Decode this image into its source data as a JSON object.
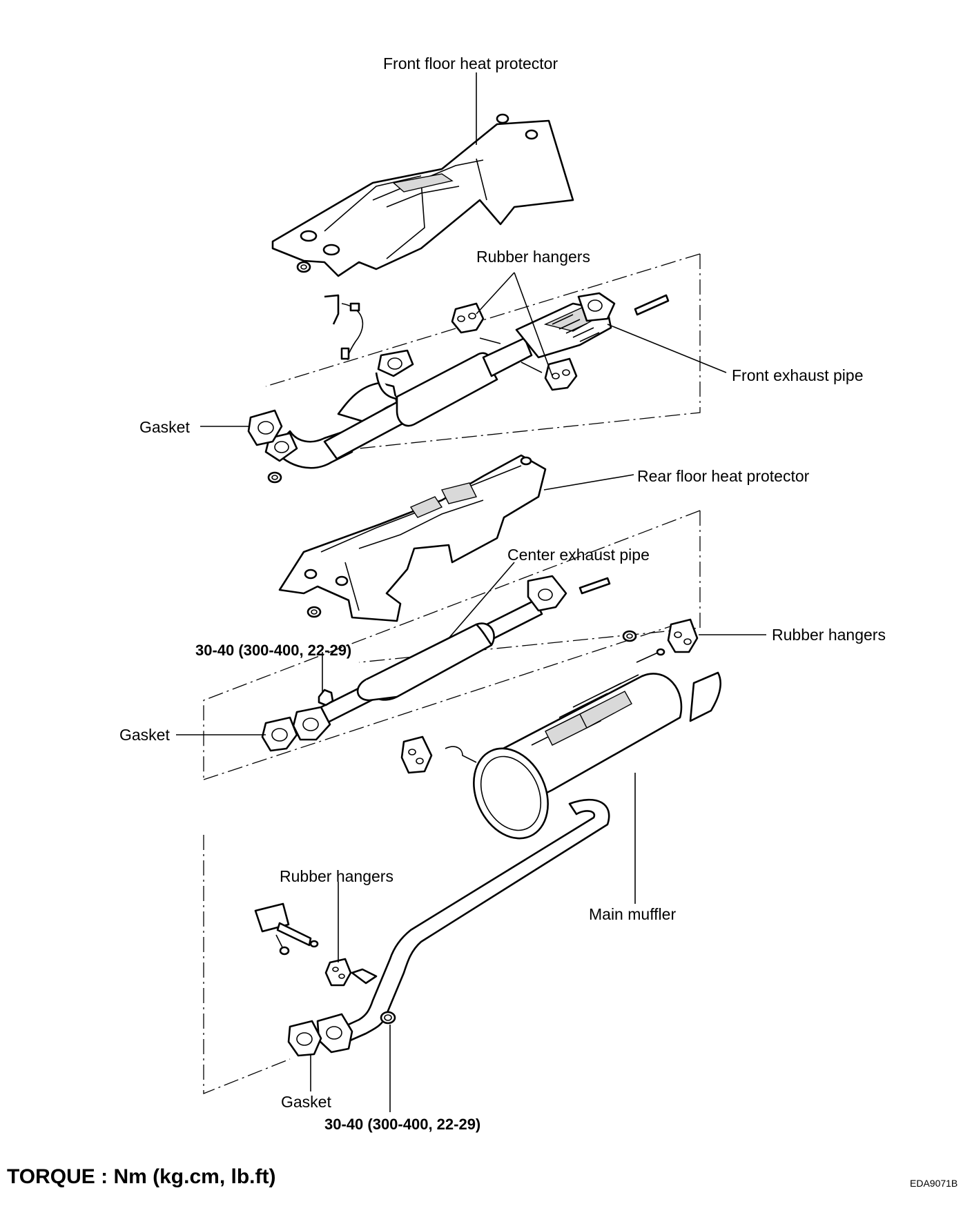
{
  "labels": {
    "front_floor_heat_protector": "Front floor heat protector",
    "rubber_hangers_top": "Rubber hangers",
    "front_exhaust_pipe": "Front exhaust pipe",
    "gasket_front": "Gasket",
    "rear_floor_heat_protector": "Rear floor heat protector",
    "center_exhaust_pipe": "Center exhaust pipe",
    "rubber_hangers_right": "Rubber hangers",
    "torque_center": "30-40 (300-400, 22-29)",
    "gasket_center": "Gasket",
    "rubber_hangers_bottom": "Rubber hangers",
    "main_muffler": "Main muffler",
    "gasket_rear": "Gasket",
    "torque_rear": "30-40 (300-400, 22-29)"
  },
  "footer": {
    "torque_units": "TORQUE : Nm (kg.cm, lb.ft)",
    "figure_code": "EDA9071B"
  },
  "colors": {
    "line": "#000000",
    "background": "#ffffff"
  }
}
